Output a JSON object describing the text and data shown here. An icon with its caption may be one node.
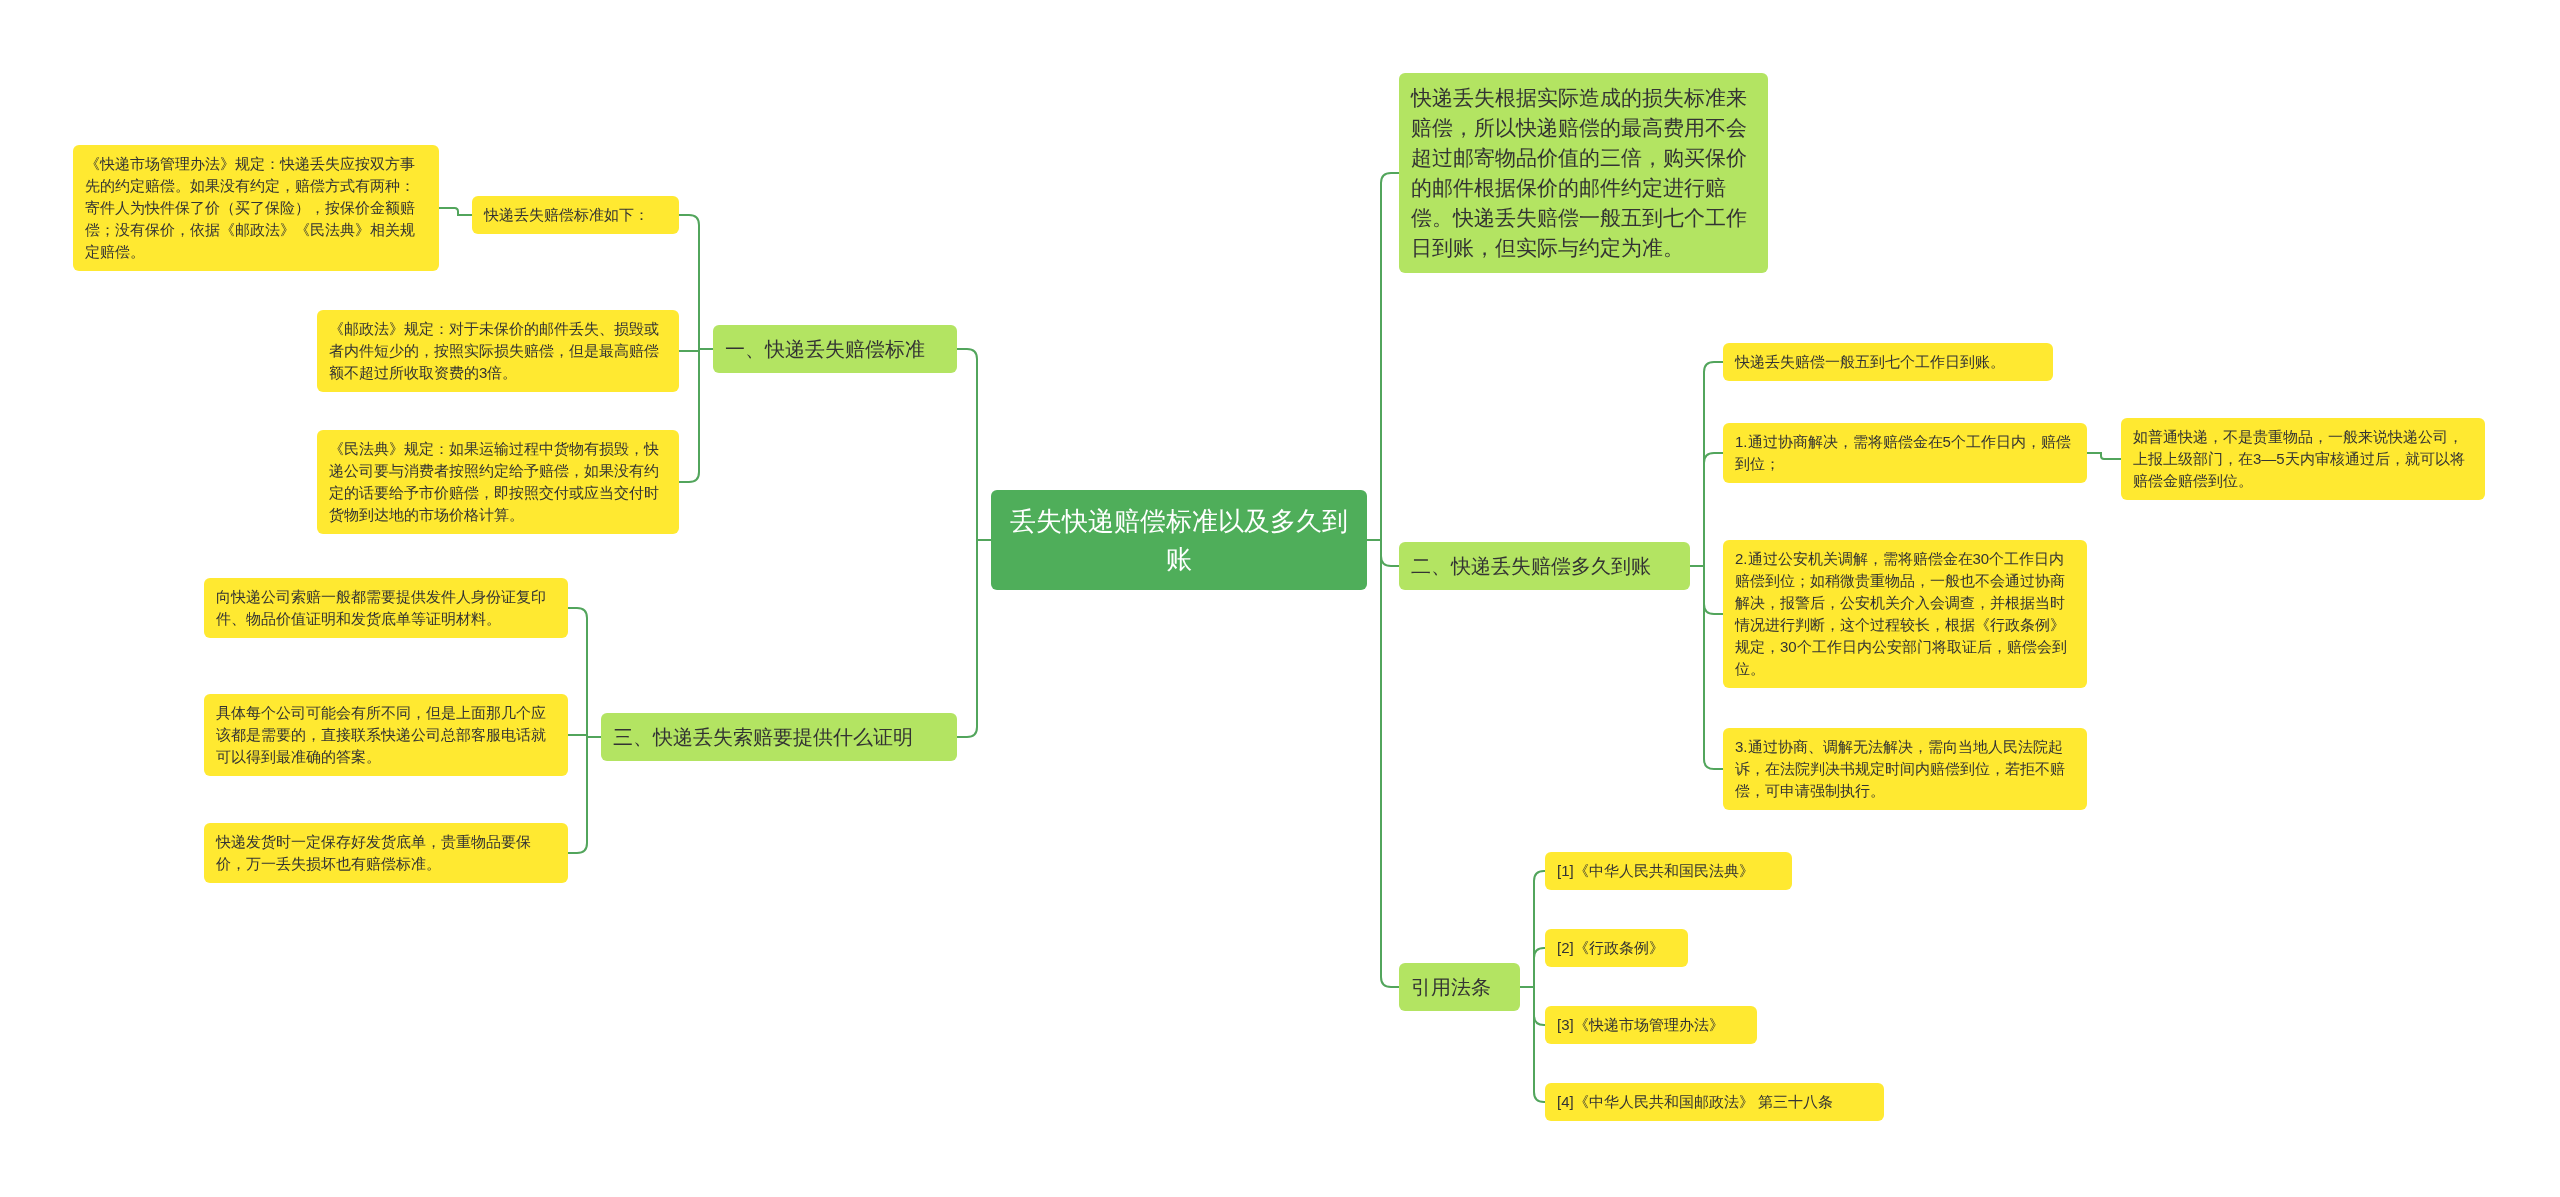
{
  "diagram": {
    "nodes": [
      {
        "text": [
          "丢失快递赔偿标准以及多久到账"
        ]
      },
      {
        "text": [
          "一、快递丢失赔偿标准"
        ]
      },
      {
        "text": [
          "快递丢失赔偿标准如下："
        ]
      },
      {
        "text": [
          "《快递市场管理办法》规定：快递丢失应按双方事先的约定赔偿。如果没有约定，赔偿方式有两种：寄件人为快件保了价（买了保险），按保价金额赔偿；没有保价，依据《邮政法》《民法典》相关规定赔偿。"
        ]
      },
      {
        "text": [
          "《邮政法》规定：对于未保价的邮件丢失、损毁或者内件短少的，按照实际损失赔偿，但是最高赔偿额不超过所收取资费的3倍。"
        ]
      },
      {
        "text": [
          "《民法典》规定：如果运输过程中货物有损毁，快递公司要与消费者按照约定给予赔偿，如果没有约定的话要给予市价赔偿，即按照交付或应当交付时货物到达地的市场价格计算。"
        ]
      },
      {
        "text": [
          "三、快递丢失索赔要提供什么证明"
        ]
      },
      {
        "text": [
          "向快递公司索赔一般都需要提供发件人身份证复印件、物品价值证明和发货底单等证明材料。"
        ]
      },
      {
        "text": [
          "具体每个公司可能会有所不同，但是上面那几个应该都是需要的，直接联系快递公司总部客服电话就可以得到最准确的答案。"
        ]
      },
      {
        "text": [
          "快递发货时一定保存好发货底单，贵重物品要保价，万一丢失损坏也有赔偿标准。"
        ]
      },
      {
        "text": [
          "快递丢失根据实际造成的损失标准来赔偿，所以快递赔偿的最高费用不会超过邮寄物品价值的三倍，购买保价的邮件根据保价的邮件约定进行赔偿。快递丢失赔偿一般五到七个工作日到账，但实际与约定为准。"
        ]
      },
      {
        "text": [
          "二、快递丢失赔偿多久到账"
        ]
      },
      {
        "text": [
          "快递丢失赔偿一般五到七个工作日到账。"
        ]
      },
      {
        "text": [
          "1.通过协商解决，需将赔偿金在5个工作日内，赔偿到位；"
        ]
      },
      {
        "text": [
          "如普通快递，不是贵重物品，一般来说快递公司，上报上级部门，在3—5天内审核通过后，就可以将赔偿金赔偿到位。"
        ]
      },
      {
        "text": [
          "2.通过公安机关调解，需将赔偿金在30个工作日内赔偿到位；如稍微贵重物品，一般也不会通过协商解决，报警后，公安机关介入会调查，并根据当时情况进行判断，这个过程较长，根据《行政条例》规定，30个工作日内公安部门将取证后，赔偿会到位。"
        ]
      },
      {
        "text": [
          "3.通过协商、调解无法解决，需向当地人民法院起诉，在法院判决书规定时间内赔偿到位，若拒不赔偿，可申请强制执行。"
        ]
      },
      {
        "text": [
          "引用法条"
        ]
      },
      {
        "text": [
          "[1]《中华人民共和国民法典》"
        ]
      },
      {
        "text": [
          "[2]《行政条例》"
        ]
      },
      {
        "text": [
          "[3]《快递市场管理办法》"
        ]
      },
      {
        "text": [
          "[4]《中华人民共和国邮政法》 第三十八条"
        ]
      }
    ],
    "edges": [
      {
        "from": 0,
        "to": 1,
        "arrow": "none"
      },
      {
        "from": 0,
        "to": 6,
        "arrow": "none"
      },
      {
        "from": 0,
        "to": 10,
        "arrow": "none"
      },
      {
        "from": 0,
        "to": 11,
        "arrow": "none"
      },
      {
        "from": 0,
        "to": 17,
        "arrow": "none"
      },
      {
        "from": 1,
        "to": 2,
        "arrow": "none"
      },
      {
        "from": 1,
        "to": 4,
        "arrow": "none"
      },
      {
        "from": 1,
        "to": 5,
        "arrow": "none"
      },
      {
        "from": 2,
        "to": 3,
        "arrow": "none"
      },
      {
        "from": 6,
        "to": 7,
        "arrow": "none"
      },
      {
        "from": 6,
        "to": 8,
        "arrow": "none"
      },
      {
        "from": 6,
        "to": 9,
        "arrow": "none"
      },
      {
        "from": 11,
        "to": 12,
        "arrow": "none"
      },
      {
        "from": 11,
        "to": 13,
        "arrow": "none"
      },
      {
        "from": 11,
        "to": 15,
        "arrow": "none"
      },
      {
        "from": 11,
        "to": 16,
        "arrow": "none"
      },
      {
        "from": 13,
        "to": 14,
        "arrow": "none"
      },
      {
        "from": 17,
        "to": 18,
        "arrow": "none"
      },
      {
        "from": 17,
        "to": 19,
        "arrow": "none"
      },
      {
        "from": 17,
        "to": 20,
        "arrow": "none"
      },
      {
        "from": 17,
        "to": 21,
        "arrow": "none"
      }
    ]
  }
}
